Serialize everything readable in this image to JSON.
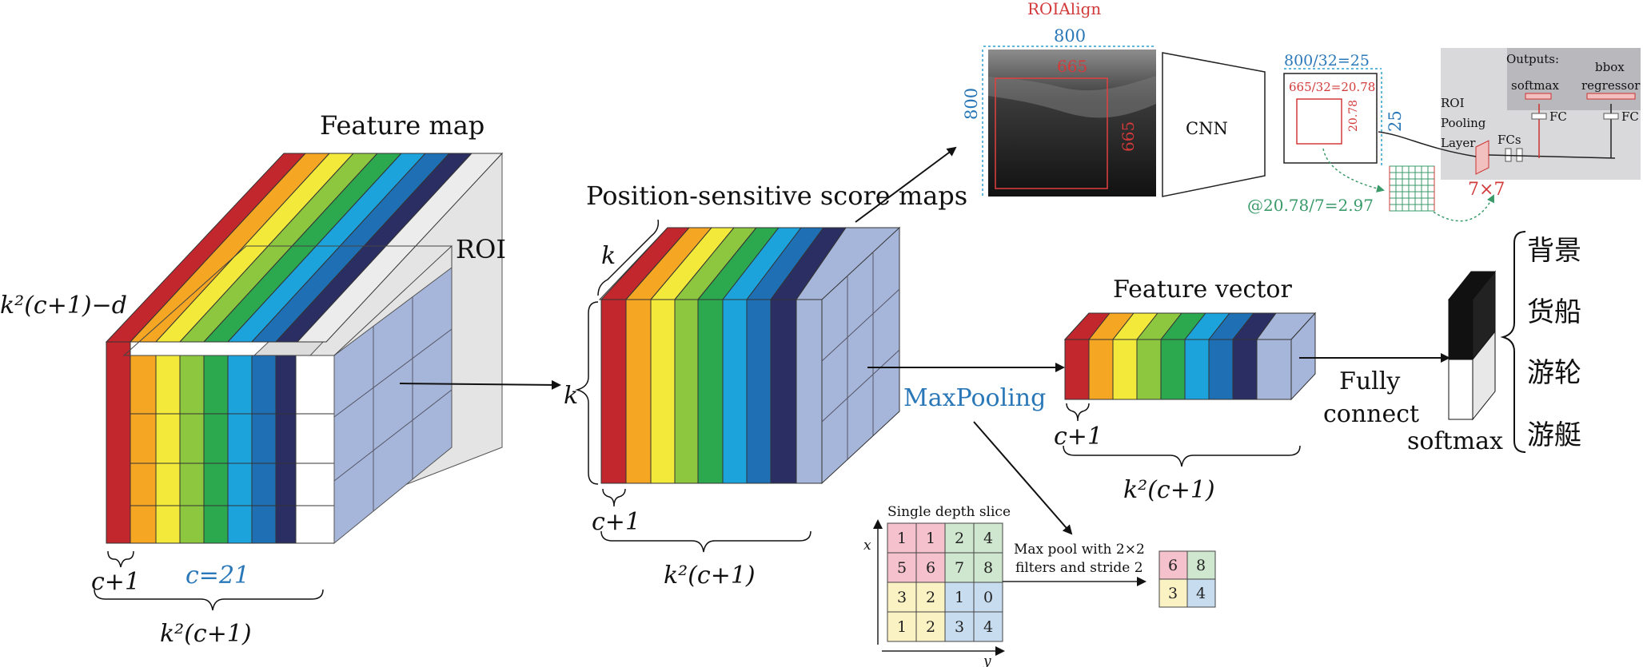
{
  "labels": {
    "feature_map": "Feature map",
    "roi": "ROI",
    "k2c1d": "k²(c+1)−d",
    "c1_left": "c+1",
    "c21": "c=21",
    "k2c1_left": "k²(c+1)",
    "ps_score_maps": "Position-sensitive score maps",
    "k_top": "k",
    "k_side": "k",
    "c1_mid": "c+1",
    "k2c1_mid": "k²(c+1)",
    "maxpooling": "MaxPooling",
    "feature_vector": "Feature vector",
    "c1_right": "c+1",
    "k2c1_right": "k²(c+1)",
    "fully": "Fully",
    "connect": "connect",
    "softmax": "softmax"
  },
  "classes": [
    "背景",
    "货船",
    "游轮",
    "游艇"
  ],
  "roialign": {
    "title": "ROIAlign",
    "w800": "800",
    "h800": "800",
    "w665": "665",
    "h665": "665",
    "cnn": "CNN",
    "w25": "800/32=25",
    "h25": "25",
    "w2078": "665/32=20.78",
    "h2078": "20.78",
    "at": "@20.78/7=2.97",
    "seven": "7×7",
    "roi_pooling_1": "ROI",
    "roi_pooling_2": "Pooling",
    "roi_pooling_3": "Layer",
    "fcs": "FCs",
    "outputs": "Outputs:",
    "softmax": "softmax",
    "bbox1": "bbox",
    "bbox2": "regressor",
    "fc1": "FC",
    "fc2": "FC"
  },
  "maxpool_example": {
    "title": "Single depth slice",
    "x_axis": "x",
    "y_axis": "y",
    "grid": [
      [
        1,
        1,
        2,
        4
      ],
      [
        5,
        6,
        7,
        8
      ],
      [
        3,
        2,
        1,
        0
      ],
      [
        1,
        2,
        3,
        4
      ]
    ],
    "op_line1": "Max pool with 2×2",
    "op_line2": "filters and stride 2",
    "result": [
      [
        6,
        8
      ],
      [
        3,
        4
      ]
    ]
  },
  "colors": {
    "channel_colors": [
      "#c1272d",
      "#f5a623",
      "#f2e93a",
      "#8dc63f",
      "#2ca84f",
      "#1ca3dc",
      "#1f6fb5",
      "#2b2e63"
    ],
    "roi_block": "#a6b6da",
    "cell_pink": "#f4c1cc",
    "cell_green": "#cfe6cf",
    "cell_yellow": "#fbf2c4",
    "cell_blue": "#c7dcef"
  }
}
